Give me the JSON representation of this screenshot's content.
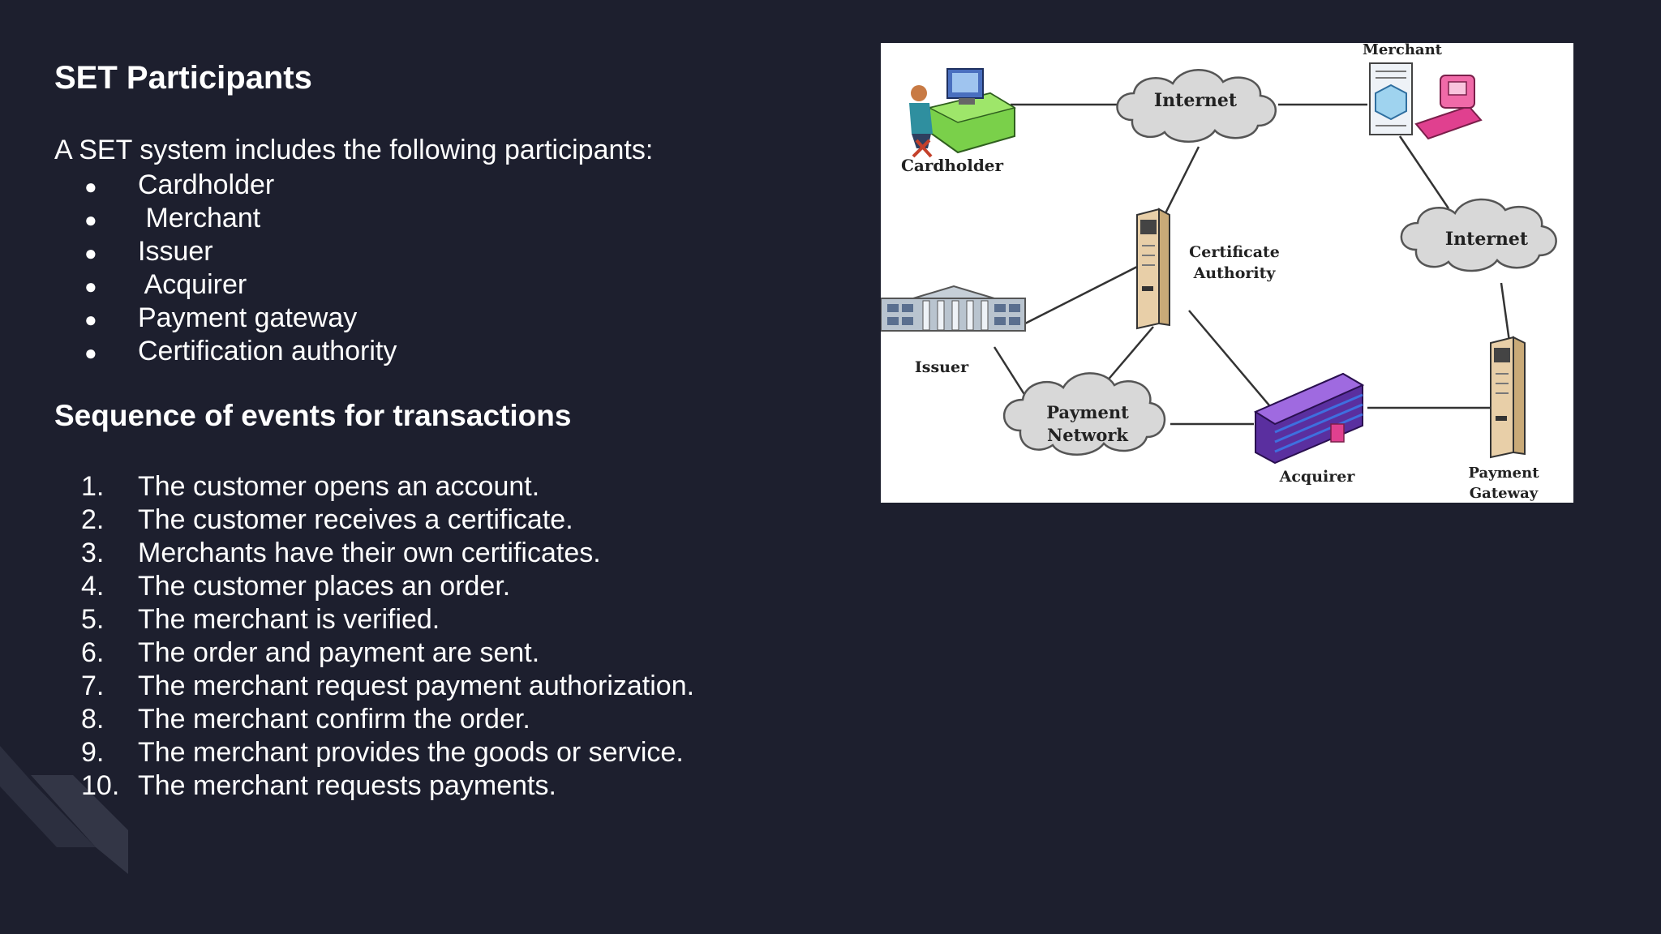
{
  "slide": {
    "title": "SET Participants",
    "intro": "A SET system includes the following participants:",
    "participants": [
      "Cardholder",
      " Merchant",
      "Issuer",
      " Acquirer",
      "Payment gateway",
      "Certification authority"
    ],
    "bullet": "●",
    "subheading": "Sequence of events for transactions",
    "events": [
      {
        "num": "1.",
        "text": "The customer opens an account."
      },
      {
        "num": "2.",
        "text": "The customer receives a certificate."
      },
      {
        "num": "3.",
        "text": "Merchants have their own certificates."
      },
      {
        "num": "4.",
        "text": "The customer places an order."
      },
      {
        "num": "5.",
        "text": "The merchant is verified."
      },
      {
        "num": "6.",
        "text": "The order and payment are sent."
      },
      {
        "num": "7.",
        "text": "The merchant request payment authorization."
      },
      {
        "num": "8.",
        "text": "The merchant confirm the order."
      },
      {
        "num": "9.",
        "text": "The merchant provides the goods or service."
      },
      {
        "num": "10.",
        "text": "The merchant requests payments."
      }
    ]
  },
  "diagram": {
    "labels": {
      "cardholder": "Cardholder",
      "internet_top": "Internet",
      "merchant": "Merchant",
      "internet_right": "Internet",
      "cert_authority_1": "Certificate",
      "cert_authority_2": "Authority",
      "issuer": "Issuer",
      "payment_network_1": "Payment",
      "payment_network_2": "Network",
      "acquirer": "Acquirer",
      "payment_gateway_1": "Payment",
      "payment_gateway_2": "Gateway"
    }
  },
  "colors": {
    "background": "#1d1f2e",
    "text": "#ffffff"
  }
}
